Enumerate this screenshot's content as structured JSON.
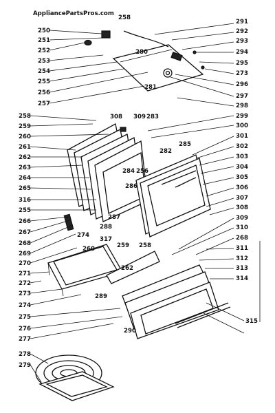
{
  "watermark": "AppliancePartsPros.com",
  "colors": {
    "ink": "#111111",
    "background": "#ffffff",
    "watermark": "#e6e6e6"
  },
  "labels": [
    "250",
    "251",
    "252",
    "253",
    "254",
    "255",
    "256",
    "257",
    "258",
    "259",
    "260",
    "261",
    "262",
    "263",
    "264",
    "265",
    "316",
    "255",
    "266",
    "267",
    "268",
    "269",
    "270",
    "271",
    "272",
    "273",
    "274",
    "275",
    "276",
    "277",
    "278",
    "279",
    "258",
    "280",
    "281",
    "308",
    "309",
    "283",
    "282",
    "285",
    "284",
    "256",
    "286",
    "287",
    "288",
    "317",
    "274",
    "260",
    "259",
    "258",
    "262",
    "289",
    "290",
    "291",
    "292",
    "293",
    "294",
    "295",
    "273",
    "296",
    "297",
    "298",
    "299",
    "300",
    "301",
    "302",
    "303",
    "304",
    "305",
    "306",
    "307",
    "308",
    "309",
    "310",
    "268",
    "311",
    "312",
    "313",
    "314",
    "315"
  ]
}
